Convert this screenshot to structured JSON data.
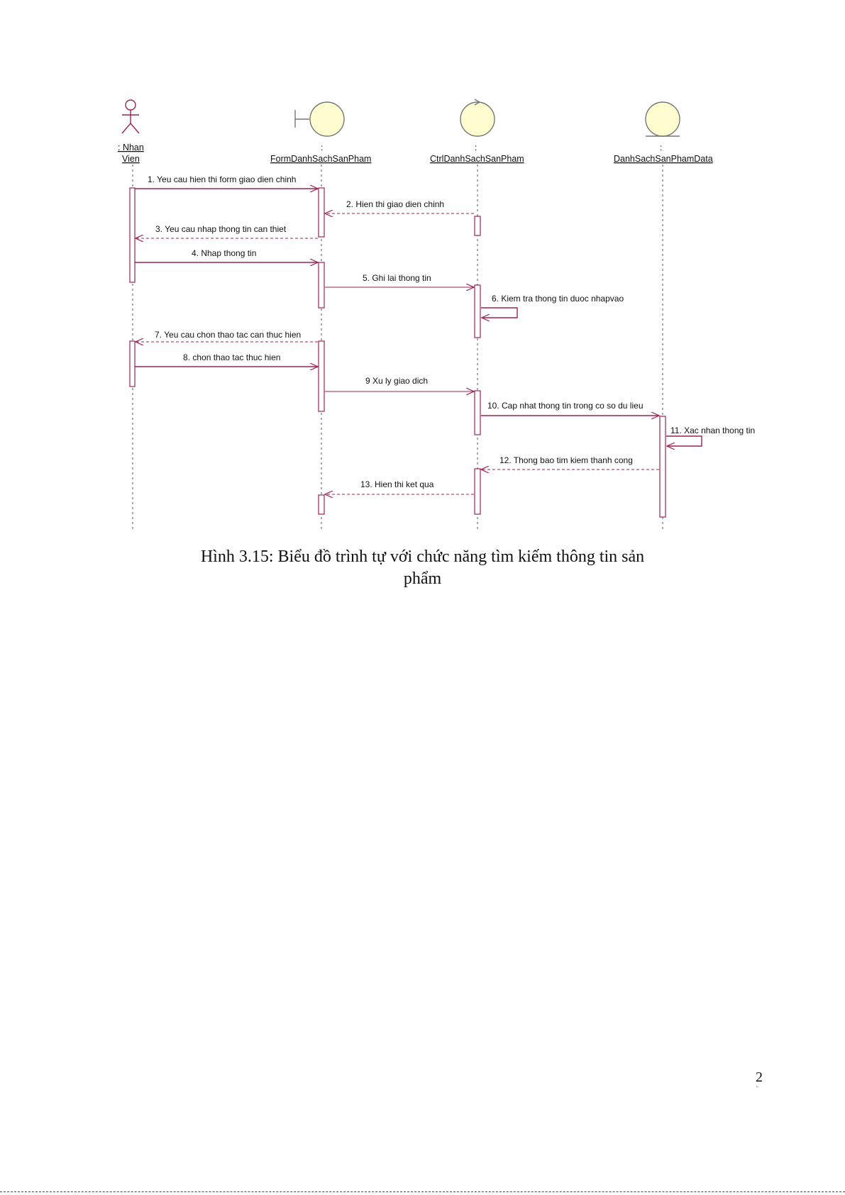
{
  "participants": [
    {
      "id": "nhanvien",
      "kind": "actor",
      "label_line1": ": Nhan",
      "label_line2": "Vien",
      "index_mark": ""
    },
    {
      "id": "form",
      "kind": "boundary",
      "label_line1": "FormDanhSachSanPham",
      "index_mark": ":"
    },
    {
      "id": "ctrl",
      "kind": "control",
      "label_line1": "CtrlDanhSachSanPham",
      "index_mark": ":"
    },
    {
      "id": "data",
      "kind": "entity",
      "label_line1": "DanhSachSanPhamData",
      "index_mark": ":"
    }
  ],
  "messages": [
    {
      "text": "1. Yeu cau hien thi form giao dien chinh",
      "from": "nhanvien",
      "to": "form",
      "style": "sync"
    },
    {
      "text": "2. Hien thi giao dien chinh",
      "from": "ctrl",
      "to": "form",
      "style": "return"
    },
    {
      "text": "3. Yeu cau nhap thong tin can thiet",
      "from": "form",
      "to": "nhanvien",
      "style": "return"
    },
    {
      "text": "4. Nhap thong tin",
      "from": "nhanvien",
      "to": "form",
      "style": "sync"
    },
    {
      "text": "5. Ghi lai thong tin",
      "from": "form",
      "to": "ctrl",
      "style": "async"
    },
    {
      "text": "6. Kiem tra thong tin duoc nhapvao",
      "from": "ctrl",
      "to": "ctrl",
      "style": "self"
    },
    {
      "text": "7. Yeu cau chon thao tac can thuc hien",
      "from": "form",
      "to": "nhanvien",
      "style": "return"
    },
    {
      "text": "8. chon thao tac thuc hien",
      "from": "nhanvien",
      "to": "form",
      "style": "sync"
    },
    {
      "text": "9 Xu ly giao dich",
      "from": "form",
      "to": "ctrl",
      "style": "async"
    },
    {
      "text": "10. Cap nhat thong tin trong co so du lieu",
      "from": "ctrl",
      "to": "data",
      "style": "sync"
    },
    {
      "text": "11. Xac nhan thong tin",
      "from": "data",
      "to": "data",
      "style": "self"
    },
    {
      "text": "12. Thong bao tim kiem thanh cong",
      "from": "data",
      "to": "ctrl",
      "style": "return"
    },
    {
      "text": "13. Hien thi ket qua",
      "from": "ctrl",
      "to": "form",
      "style": "return"
    }
  ],
  "caption": {
    "line1": "Hình 3.15: Biểu đồ trình tự với chức năng tìm kiếm thông tin sản",
    "line2": "phẩm"
  },
  "page_number": "2",
  "page_number_sub": "\"",
  "colors": {
    "stroke": "#9b2355",
    "lifeline": "#555555",
    "object_fill": "#fdfdcf",
    "object_stroke": "#777777"
  }
}
